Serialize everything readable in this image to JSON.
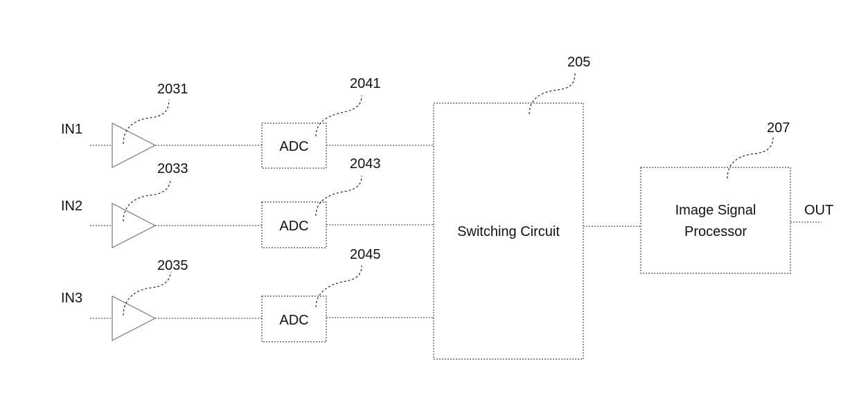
{
  "inputs": [
    "IN1",
    "IN2",
    "IN3"
  ],
  "output": "OUT",
  "amplifiers": [
    {
      "ref": "2031"
    },
    {
      "ref": "2033"
    },
    {
      "ref": "2035"
    }
  ],
  "adcs": [
    {
      "ref": "2041",
      "label": "ADC"
    },
    {
      "ref": "2043",
      "label": "ADC"
    },
    {
      "ref": "2045",
      "label": "ADC"
    }
  ],
  "switching_circuit": {
    "ref": "205",
    "label": "Switching Circuit"
  },
  "image_signal_processor": {
    "ref": "207",
    "label_line1": "Image Signal",
    "label_line2": "Processor"
  }
}
